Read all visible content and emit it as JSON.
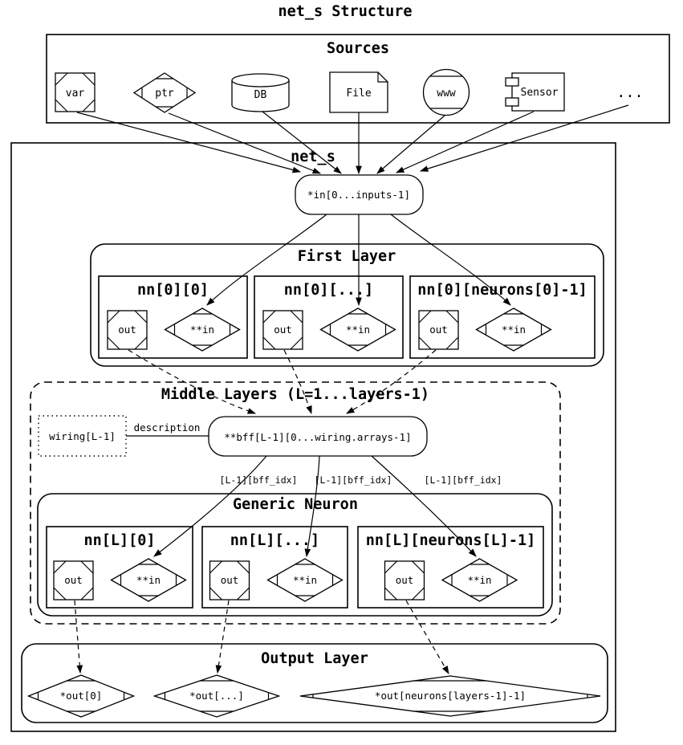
{
  "title": "net_s Structure",
  "colors": {
    "ink": "#000000",
    "background": "#ffffff"
  },
  "sources": {
    "label": "Sources",
    "items": [
      {
        "label": "var",
        "shape": "msquare"
      },
      {
        "label": "ptr",
        "shape": "mdiamond"
      },
      {
        "label": "DB",
        "shape": "cylinder"
      },
      {
        "label": "File",
        "shape": "note"
      },
      {
        "label": "www",
        "shape": "mcircle"
      },
      {
        "label": "Sensor",
        "shape": "component"
      },
      {
        "label": "...",
        "shape": "plaintext"
      }
    ]
  },
  "net": {
    "label": "net_s",
    "input_node": {
      "label": "*in[0...inputs-1]"
    },
    "first_layer": {
      "label": "First Layer",
      "neurons": [
        {
          "title": "nn[0][0]",
          "out_label": "out",
          "in_label": "**in"
        },
        {
          "title": "nn[0][...]",
          "out_label": "out",
          "in_label": "**in"
        },
        {
          "title": "nn[0][neurons[0]-1]",
          "out_label": "out",
          "in_label": "**in"
        }
      ]
    },
    "middle_layers": {
      "label": "Middle Layers (L=1...layers-1)",
      "wiring_node": {
        "label": "wiring[L-1]"
      },
      "description_edge_label": "description",
      "bff_node": {
        "label": "**bff[L-1][0...wiring.arrays-1]"
      },
      "bff_edge_labels": [
        "[L-1][bff_idx]",
        "[L-1][bff_idx]",
        "[L-1][bff_idx]"
      ],
      "generic_neuron": {
        "label": "Generic Neuron",
        "neurons": [
          {
            "title": "nn[L][0]",
            "out_label": "out",
            "in_label": "**in"
          },
          {
            "title": "nn[L][...]",
            "out_label": "out",
            "in_label": "**in"
          },
          {
            "title": "nn[L][neurons[L]-1]",
            "out_label": "out",
            "in_label": "**in"
          }
        ]
      }
    },
    "output_layer": {
      "label": "Output Layer",
      "nodes": [
        {
          "label": "*out[0]"
        },
        {
          "label": "*out[...]"
        },
        {
          "label": "*out[neurons[layers-1]-1]"
        }
      ]
    }
  }
}
